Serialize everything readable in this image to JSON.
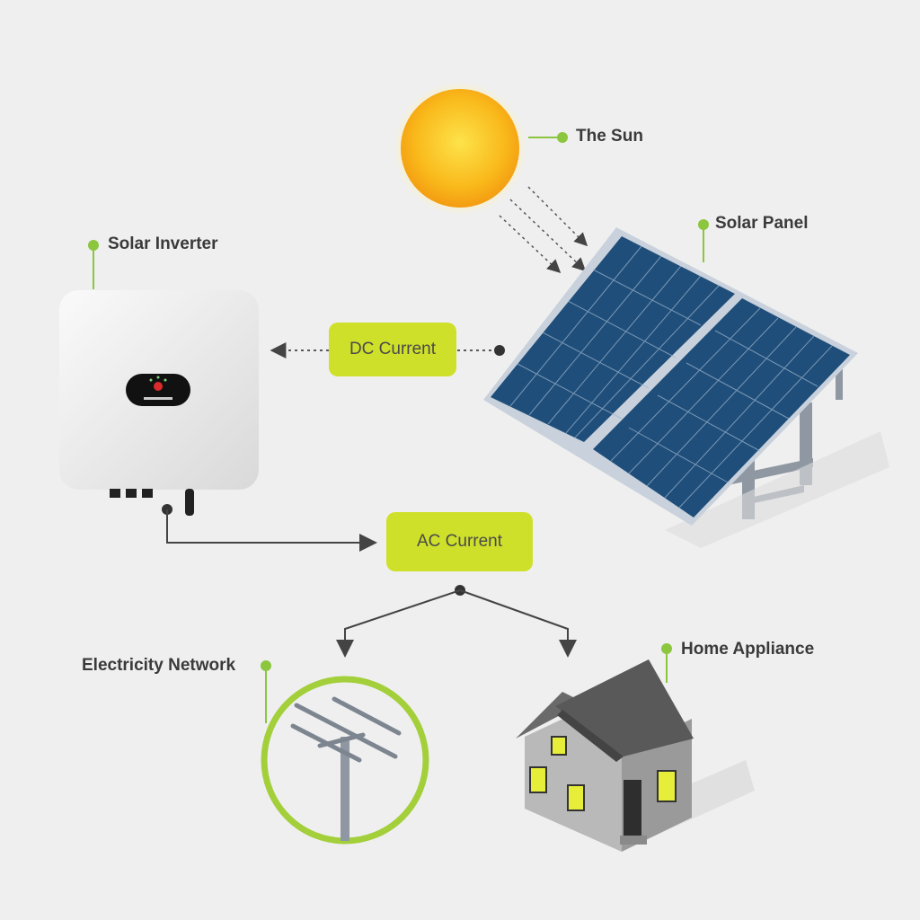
{
  "labels": {
    "sun": "The Sun",
    "panel": "Solar Panel",
    "inverter": "Solar Inverter",
    "network": "Electricity Network",
    "home": "Home Appliance"
  },
  "flows": {
    "dc": "DC Current",
    "ac": "AC Current"
  },
  "colors": {
    "background": "#efefef",
    "accent_green": "#8cc63f",
    "flow_box": "#cfe02a",
    "panel_blue": "#1f4e7a",
    "sun": "#f7b500"
  }
}
